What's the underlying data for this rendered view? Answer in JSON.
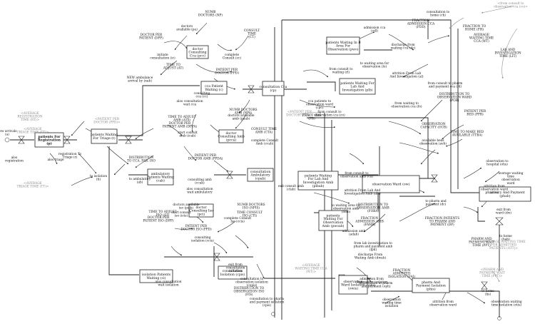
{
  "diagram": {
    "stocks": [
      {
        "id": "reg",
        "lines": [
          "patients For",
          "Registration",
          "(p)"
        ],
        "bold": true
      },
      {
        "id": "triage",
        "lines": [
          "patients Waiting",
          "For Triage (t)"
        ]
      },
      {
        "id": "doc_cca",
        "lines": [
          "doctor",
          "Consulting",
          "Cca (pcc)"
        ]
      },
      {
        "id": "cca_wait",
        "lines": [
          "cca Patient",
          "Waiting (c)"
        ]
      },
      {
        "id": "consult_cca",
        "lines": [
          "consultation Cca",
          "(cp)"
        ]
      },
      {
        "id": "zone_b",
        "lines": [
          "patients Waiting In B",
          "Area For",
          "Observation (pwo)"
        ]
      },
      {
        "id": "lab_cca",
        "lines": [
          "patients Waiting For",
          "Lab And",
          "Investigation (plb)"
        ]
      },
      {
        "id": "doc_amb",
        "lines": [
          "doctor",
          "Consulting Amb",
          "(pcca)"
        ]
      },
      {
        "id": "amb_wait",
        "lines": [
          "ambulatory",
          "Patients Waiting",
          "(cab)"
        ]
      },
      {
        "id": "consult_amb",
        "lines": [
          "consultation",
          "Ambulatory",
          "(cpab)"
        ]
      },
      {
        "id": "lab_amb",
        "lines": [
          "patients Waiting",
          "For Lab And",
          "Investigation Amb",
          "(plbab)"
        ]
      },
      {
        "id": "obs_ward",
        "lines": [
          "observation Ward (ow)"
        ]
      },
      {
        "id": "obs_amb",
        "lines": [
          "patients",
          "Waiting For",
          "Observation",
          "Amb (pwoab)"
        ]
      },
      {
        "id": "doc_iso",
        "lines": [
          "doctor",
          "Consulting Iso",
          "(pci)"
        ]
      },
      {
        "id": "iso_wait",
        "lines": [
          "isolation Patients",
          "Waiting (ci)"
        ]
      },
      {
        "id": "consult_iso",
        "lines": [
          "consultation",
          "Isolation (cpis)"
        ]
      },
      {
        "id": "obs_iso",
        "lines": [
          "observation",
          "Ward Isolation",
          "(owis)"
        ]
      },
      {
        "id": "pharm_iso",
        "lines": [
          "pharm And",
          "Payment Isolation",
          "(phis)"
        ]
      },
      {
        "id": "pharm",
        "lines": [
          "pharmacy And Payment",
          "(phab)"
        ]
      }
    ],
    "labels": [
      [
        "new arrivals",
        "(a)"
      ],
      [
        "alos",
        "registration"
      ],
      [
        "registration To",
        "Triage (r)"
      ],
      [
        "alos triage"
      ],
      [
        "to isolation",
        "(ti)"
      ],
      [
        "DISTRIBUTION",
        "TO CCA, FAB, ISO"
      ],
      [
        "to ambulatory",
        "(ab)"
      ],
      [
        "NEW ambulance",
        "arrival by (nab)"
      ],
      [
        "initiate",
        "consultation (ic)"
      ],
      [
        "NUMB",
        "DOCTORS (NP)"
      ],
      [
        "doctors",
        "available (pa)"
      ],
      [
        "CONSULT",
        "TIME",
        "(CT)"
      ],
      [
        "complete",
        "Consult (cc)"
      ],
      [
        "DOCTOR PER",
        "PATIENT (DPP)"
      ],
      [
        "TIME TO",
        "ADJUST (AT)"
      ],
      [
        "PATIENT PER",
        "DOCTOR (PPD)"
      ],
      [
        "consulting",
        "cca (cc)"
      ],
      [
        "alos consultation",
        "wait cca"
      ],
      [
        "from consult to",
        "waiting (rl)"
      ],
      [
        "cca patients to",
        "observation ward",
        "(cpo)"
      ],
      [
        "FRACT OBS",
        "(FB)"
      ],
      [
        "consultation to",
        "home (ch)"
      ],
      [
        "admission cca",
        "(cdl)"
      ],
      [
        "FRACTION",
        "ADMISSION CCA",
        "(FDD)"
      ],
      [
        "FRACTION TO",
        "HOME (FH)"
      ],
      [
        "AVERAGE",
        "WAITING TIME",
        "CCA (WT)"
      ],
      [
        "discharge from",
        "waiting cca (dc)"
      ],
      [
        "LAB AND",
        "INVESTIGATION",
        "TIME (LIT)"
      ],
      [
        "to waiting area for",
        "observation (lo)"
      ],
      [
        "attrition From Lab",
        "And Investigation (al)"
      ],
      [
        "from consult to pharm",
        "and payment cca (fd)"
      ],
      [
        "DISTRIBUTION TO",
        "OBSERVATION WARD",
        "(POB)"
      ],
      [
        "from waiting to",
        "observation cca (fo)"
      ],
      [
        "PATIENT PER",
        "BED (PPB)"
      ],
      [
        "OBSERVATION",
        "CAPACITY (OCB)"
      ],
      [
        "TIME TO MAKE BED",
        "AVAILABLE (TTBA)"
      ],
      [
        "available beds",
        "observation (avb)"
      ],
      [
        "from consult to",
        "observation (ca (co)"
      ],
      [
        "TIME TO ADJUST",
        "AMB (ATA)"
      ],
      [
        "DOCTOR PER",
        "PATIENT AMB (DPPA)"
      ],
      [
        "NUMB DOCTORS",
        "AMB (NPA)"
      ],
      [
        "doctors available",
        "amb (paab)"
      ],
      [
        "start consult",
        "amb (icab)"
      ],
      [
        "CONSULT TIME",
        "AMB (CTA)"
      ],
      [
        "complete Consult",
        "Amb (ccab)"
      ],
      [
        "PATIENT PER",
        "DOCTOR AMB (PPDA)"
      ],
      [
        "consulting amb",
        "(ccab)"
      ],
      [
        "alos consultation",
        "wait ambulatory"
      ],
      [
        "exit consult amb",
        "(clab)"
      ],
      [
        "from consult to",
        "observation amb (ca)"
      ],
      [
        "attrition From Lab And",
        "Investigation Amb (ala)"
      ],
      [
        "to waiting area for",
        "observation amb",
        "(loab)"
      ],
      [
        "DISTRIBUTION TO",
        "OBSERVATION AMB",
        "(FOBA)"
      ],
      [
        "FRACTION",
        "ADMISSION AMB",
        "(FAMB)"
      ],
      [
        "admission amb",
        "(adab)"
      ],
      [
        "from lab investigation to",
        "pharm and payment amb",
        "(lph)"
      ],
      [
        "discharge From",
        "Waiting Amb (dwab)"
      ],
      [
        "to pharm and",
        "payment (dc)"
      ],
      [
        "FRACTION PATIENTS",
        "TO PHARM AND",
        "PAYMENT (DP)"
      ],
      [
        "observation to",
        "hospital (ohs)"
      ],
      [
        "average waiting",
        "time",
        "observation",
        "ward"
      ],
      [
        "attrition from",
        "observation ward",
        "(aow)"
      ],
      [
        "exit from",
        "ward (dw)"
      ],
      [
        "to home",
        "(hab)"
      ],
      [
        "PHARM AND",
        "PAYMENT WAIT",
        "TIME (PPT)"
      ],
      [
        "NUMB DOCTORS",
        "ISO (NPIS)"
      ],
      [
        "TIME TO ADJUST",
        "ISO (AT)"
      ],
      [
        "DOCTOR PER",
        "PATIENT ISO (DPP)"
      ],
      [
        "doctors available",
        "iso (paik)"
      ],
      [
        "start consult",
        "iso (icis)"
      ],
      [
        "TIME CONSULT",
        "ISO (CTI)"
      ],
      [
        "complete Consult",
        "Iso (ccis)"
      ],
      [
        "PATIENT PER",
        "DOCTOR ISO (PPD)"
      ],
      [
        "consulting",
        "isolation (ccis)"
      ],
      [
        "exit from",
        "consultation",
        "isolation"
      ],
      [
        "alos consultation",
        "wait isolation"
      ],
      [
        "consultation to",
        "observation isolation",
        "(copis)"
      ],
      [
        "DISTRIBUTION TO",
        "OBSERVATION ISO",
        "(FIS)"
      ],
      [
        "consultation to pharm",
        "and payment isolation",
        "(cpis)"
      ],
      [
        "FRACTION",
        "ADMITTED",
        "ISOLATION (FAI)"
      ],
      [
        "admission from",
        "observation isolation",
        "(ahs)"
      ],
      [
        "observation to pharm",
        "and payment (oph)"
      ],
      [
        "observation",
        "waiting time",
        "isolation"
      ],
      [
        "attrition from",
        "observation ward"
      ],
      [
        "observation waiting",
        "time isolation (otis)"
      ],
      [
        "to home",
        "(hs)"
      ]
    ],
    "shadows": [
      [
        "<AVERAGE",
        "REGISTRATION",
        "TIME (RT)>"
      ],
      [
        "<AVERAGE",
        "TRIAGE TIME (TT)>"
      ],
      [
        "<AVERAGE",
        "TRIAGE TIME (TT)>"
      ],
      [
        "<from consult to",
        "observation cca (co)>"
      ],
      [
        "<PATIENT PER",
        "DOCTOR (PPD)>"
      ],
      [
        "<PATIENT PER",
        "DOCTOR (PPD)>"
      ],
      [
        "<AVERAGE WAITING TIME",
        "FOR ADMITTED",
        "PATIENTS (ATT)>"
      ],
      [
        "<AVERAGE",
        "WAITING TIME CCA",
        "(WT)>"
      ],
      [
        "<PHARM AND",
        "PAYMENT WAIT",
        "TIME (PPT)>"
      ]
    ]
  }
}
